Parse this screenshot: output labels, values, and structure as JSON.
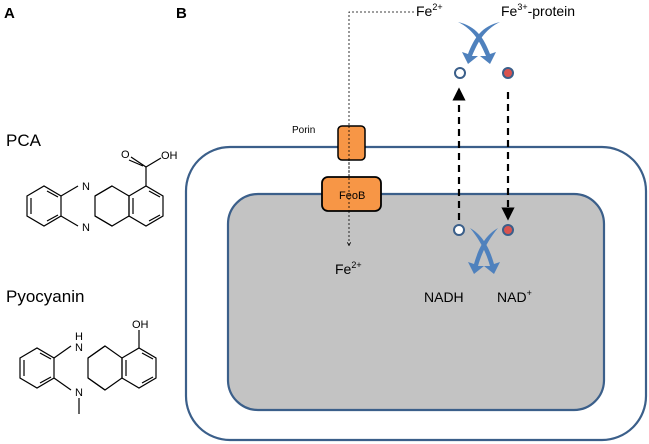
{
  "panels": {
    "a_letter": "A",
    "b_letter": "B"
  },
  "panel_a": {
    "molecule1_name": "PCA",
    "molecule2_name": "Pyocyanin",
    "atom_labels": {
      "o": "O",
      "oh": "OH",
      "n": "N",
      "nh": "H"
    }
  },
  "panel_b": {
    "fe2_top": {
      "base": "Fe",
      "sup": "2+"
    },
    "fe3_protein": {
      "base": "Fe",
      "sup": "3+",
      "suffix": "-protein"
    },
    "porin_label": "Porin",
    "feob_label": "FeoB",
    "fe2_inside": {
      "base": "Fe",
      "sup": "2+"
    },
    "nadh_label": "NADH",
    "nad_label": {
      "base": "NAD",
      "sup": "+"
    }
  },
  "colors": {
    "membrane_stroke": "#3b5f8a",
    "cytoplasm_fill": "#c3c3c3",
    "protein_fill": "#f79646",
    "arrow_blue": "#4f81bd",
    "reduced_dot": "#d9534f"
  }
}
